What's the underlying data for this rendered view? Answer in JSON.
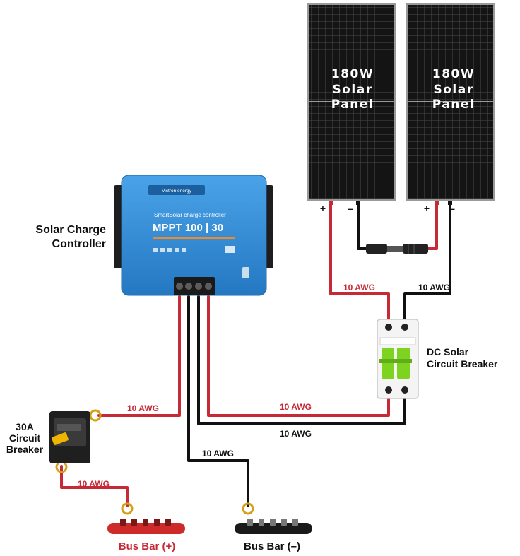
{
  "panels": [
    {
      "line1": "180W",
      "line2": "Solar",
      "line3": "Panel",
      "plus": "+",
      "minus": "–"
    },
    {
      "line1": "180W",
      "line2": "Solar",
      "line3": "Panel",
      "plus": "+",
      "minus": "–"
    }
  ],
  "controller": {
    "label_line1": "Solar Charge",
    "label_line2": "Controller",
    "brand": "Victron energy",
    "subtitle": "SmartSolar charge controller",
    "model": "MPPT 100 | 30"
  },
  "dc_breaker": {
    "label_line1": "DC Solar",
    "label_line2": "Circuit Breaker"
  },
  "fuse_breaker": {
    "label_line1": "30A",
    "label_line2": "Circuit",
    "label_line3": "Breaker"
  },
  "bus_pos": {
    "label": "Bus Bar (+)"
  },
  "bus_neg": {
    "label": "Bus Bar (–)"
  },
  "wires": {
    "panel_pos": "10 AWG",
    "panel_neg": "10 AWG",
    "ctrl_to_fuse": "10 AWG",
    "ctrl_pv_pos": "10 AWG",
    "ctrl_pv_neg": "10 AWG",
    "ctrl_bat_neg": "10 AWG",
    "fuse_to_bus": "10 AWG"
  },
  "colors": {
    "red_wire": "#c62a36",
    "black_wire": "#111111",
    "panel_bg": "#141414",
    "controller_blue": "#2f86cf",
    "breaker_green": "#7ed321",
    "bus_red": "#cf2a2a",
    "text_red": "#c62a36"
  }
}
